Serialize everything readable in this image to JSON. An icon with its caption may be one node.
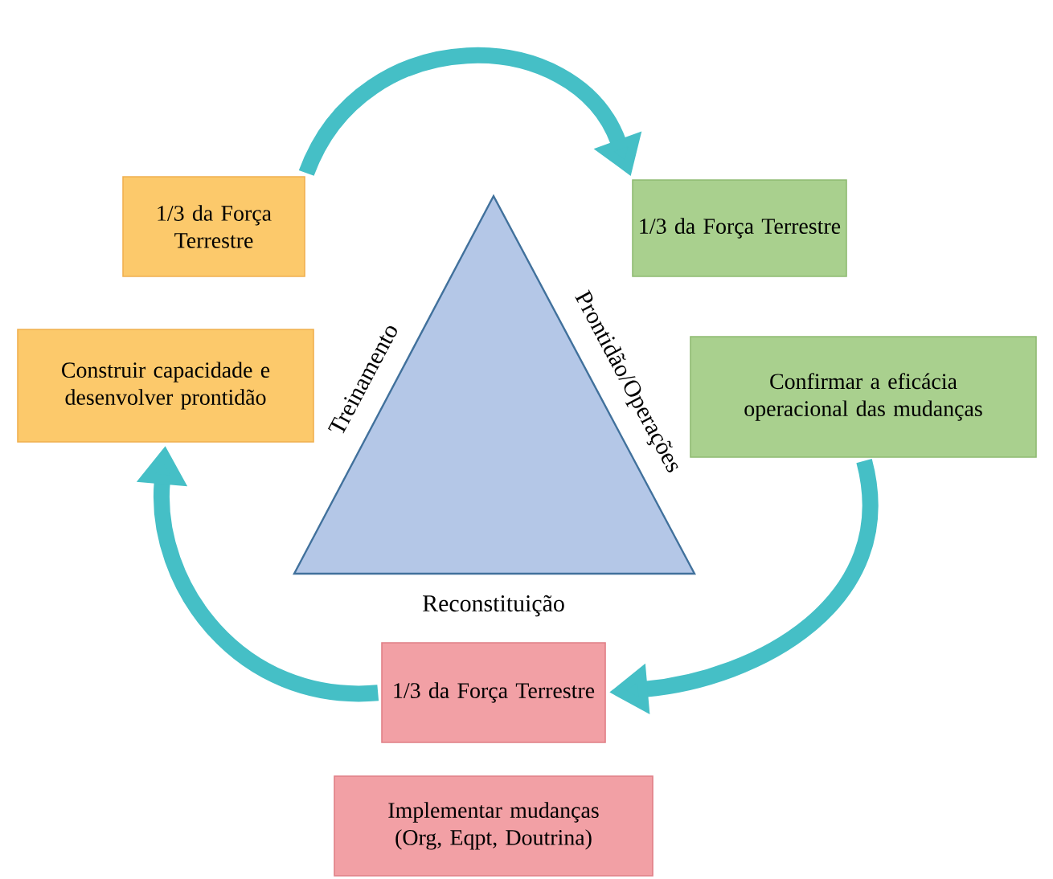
{
  "diagram": {
    "nodes": [
      {
        "text": [
          "1/3 da Força Terrestre"
        ]
      },
      {
        "text": [
          "1/3 da Força Terrestre"
        ]
      },
      {
        "text": [
          "Construir capacidade e desenvolver prontidão"
        ]
      },
      {
        "text": [
          "Confirmar a eficácia operacional das mudanças"
        ]
      },
      {
        "text": [
          "1/3 da Força Terrestre"
        ]
      },
      {
        "text": [
          "Implementar mudanças (Org, Eqpt, Doutrina)"
        ]
      }
    ],
    "edges": [
      {
        "from": 0,
        "to": 1,
        "arrow": "to"
      },
      {
        "from": 3,
        "to": 4,
        "arrow": "to"
      },
      {
        "from": 4,
        "to": 2,
        "arrow": "to"
      }
    ],
    "labels": [
      "Treinamento",
      "Prontidão/Operações",
      "Reconstituição"
    ]
  }
}
